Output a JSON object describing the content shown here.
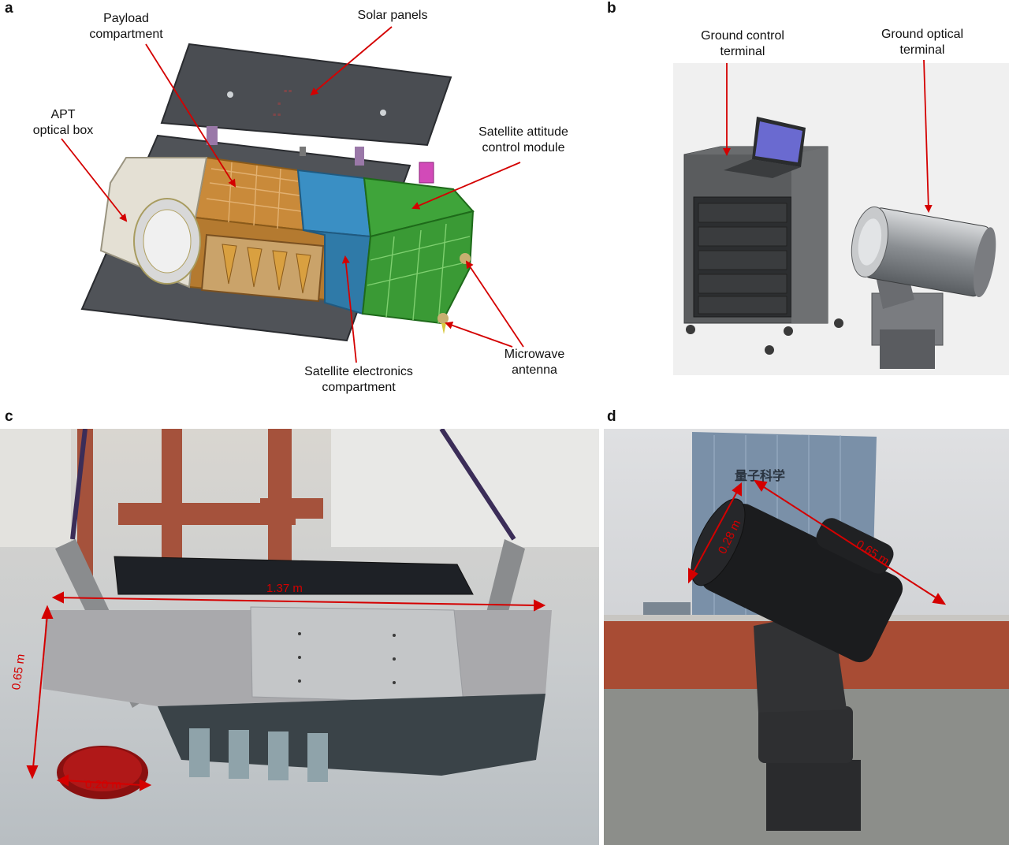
{
  "panels": {
    "a": {
      "letter": "a",
      "labels": {
        "payload": [
          "Payload",
          "compartment"
        ],
        "solar": "Solar panels",
        "apt": [
          "APT",
          "optical box"
        ],
        "attitude": [
          "Satellite attitude",
          "control module"
        ],
        "electronics": [
          "Satellite electronics",
          "compartment"
        ],
        "microwave": [
          "Microwave",
          "antenna"
        ]
      }
    },
    "b": {
      "letter": "b",
      "labels": {
        "ground_control": [
          "Ground control",
          "terminal"
        ],
        "ground_optical": [
          "Ground optical",
          "terminal"
        ]
      }
    },
    "c": {
      "letter": "c",
      "measurements": {
        "length": "1.37 m",
        "height": "0.65 m",
        "aperture": "0.20 m"
      }
    },
    "d": {
      "letter": "d",
      "measurements": {
        "diameter": "0.28 m",
        "length": "0.65 m"
      },
      "sign_text": "量子科学"
    }
  },
  "colors": {
    "annotation_arrow": "#d40000",
    "measure_text": "#d40000",
    "payload_orange": "#c98a3a",
    "electronics_blue": "#3a8fc4",
    "attitude_green": "#3fa43a",
    "solar_panel_gray": "#4a4d52"
  },
  "icons": {
    "arrowhead": "arrowhead-icon"
  }
}
